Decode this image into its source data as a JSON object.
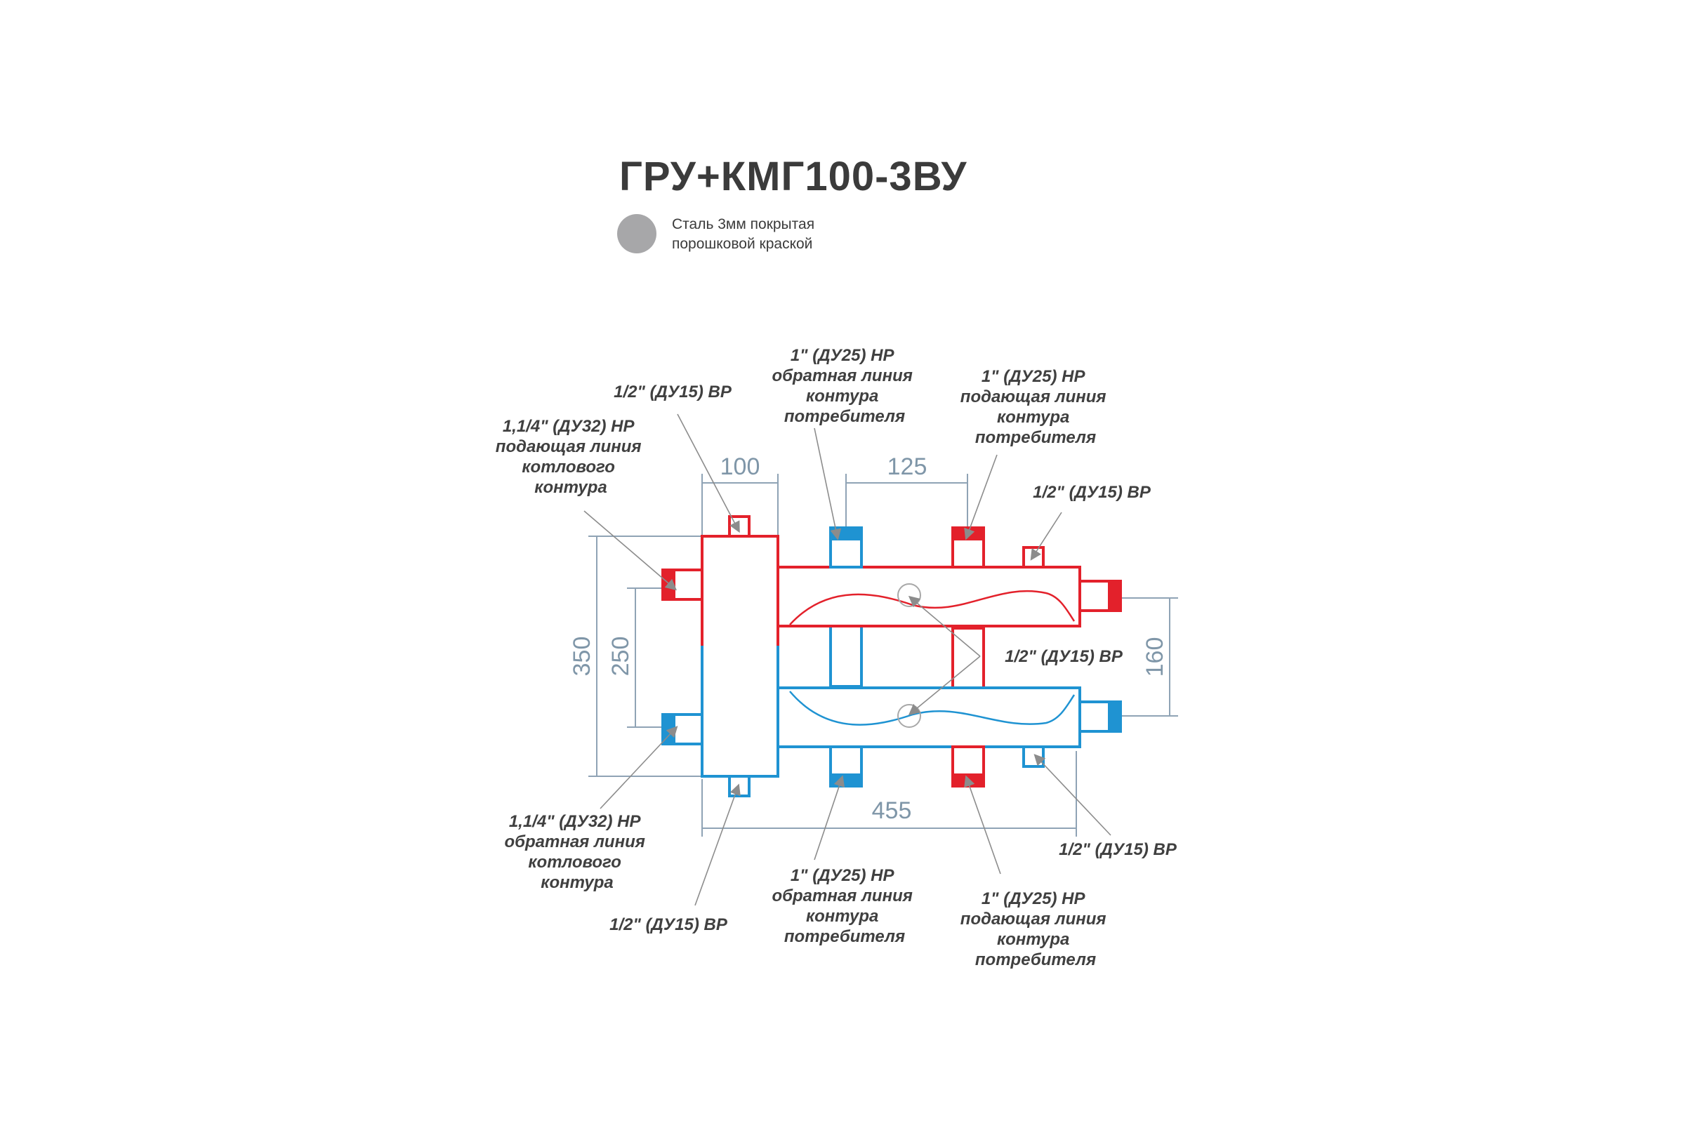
{
  "title": "ГРУ+КМГ100-3ВУ",
  "material": {
    "color": "#a7a7a9",
    "line1": "Сталь 3мм покрытая",
    "line2": "порошковой краской"
  },
  "colors": {
    "supply": "#e3212b",
    "return": "#1f93d2",
    "leader": "#8c8c8c",
    "dimension": "#7f96a8"
  },
  "dimensions": {
    "d100": "100",
    "d125": "125",
    "d350": "350",
    "d250": "250",
    "d160": "160",
    "d455": "455"
  },
  "labels": {
    "boiler_supply": [
      "1,1/4\" (ДУ32) НР",
      "подающая линия",
      "котлового",
      "контура"
    ],
    "boiler_return": [
      "1,1/4\" (ДУ32) НР",
      "обратная линия",
      "котлового",
      "контура"
    ],
    "top_left_port": [
      "1/2\" (ДУ15) ВР"
    ],
    "top_return": [
      "1\" (ДУ25) НР",
      "обратная линия",
      "контура",
      "потребителя"
    ],
    "top_supply": [
      "1\" (ДУ25) НР",
      "подающая линия",
      "контура",
      "потребителя"
    ],
    "top_right_port": [
      "1/2\" (ДУ15) ВР"
    ],
    "middle_port": [
      "1/2\" (ДУ15) ВР"
    ],
    "bottom_right_port": [
      "1/2\" (ДУ15) ВР"
    ],
    "bottom_left_port": [
      "1/2\" (ДУ15) ВР"
    ],
    "bottom_return": [
      "1\" (ДУ25) НР",
      "обратная линия",
      "контура",
      "потребителя"
    ],
    "bottom_supply": [
      "1\" (ДУ25) НР",
      "подающая линия",
      "контура",
      "потребителя"
    ]
  }
}
